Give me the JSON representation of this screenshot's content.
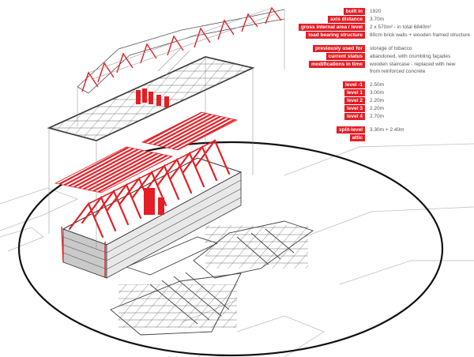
{
  "colors": {
    "accent": "#e41e25",
    "line": "#333333",
    "ground": "#ffffff",
    "text": "#555555"
  },
  "legend": {
    "built_in": {
      "label": "built in",
      "value": "1920"
    },
    "axis_distance": {
      "label": "axis distance",
      "value": "3.70m"
    },
    "gross_area": {
      "label": "gross internal area / level",
      "value": "2 x 570m² - in total 6840m²"
    },
    "load_bearing": {
      "label": "load bearing structure",
      "value": "80cm brick walls + wooden framed structure"
    },
    "previously_used": {
      "label": "previously used for",
      "value": "storage of tobacco"
    },
    "current_status": {
      "label": "current status",
      "value": "abandoned, with crumbling façades"
    },
    "modifications": {
      "label": "modifications in time",
      "value": "wooden staircase - replaced with new",
      "value2": "from reinforced concrete"
    },
    "levels": [
      {
        "label": "level -1",
        "value": "2.50m"
      },
      {
        "label": "level  1",
        "value": "3.00m"
      },
      {
        "label": "level  2",
        "value": "2.20m"
      },
      {
        "label": "level  3",
        "value": "2.20m"
      },
      {
        "label": "level  4",
        "value": "2.70m"
      }
    ],
    "split_level": {
      "label": "split-level",
      "value": "3.30m + 2.40m"
    },
    "attic": {
      "label": "attic"
    }
  }
}
